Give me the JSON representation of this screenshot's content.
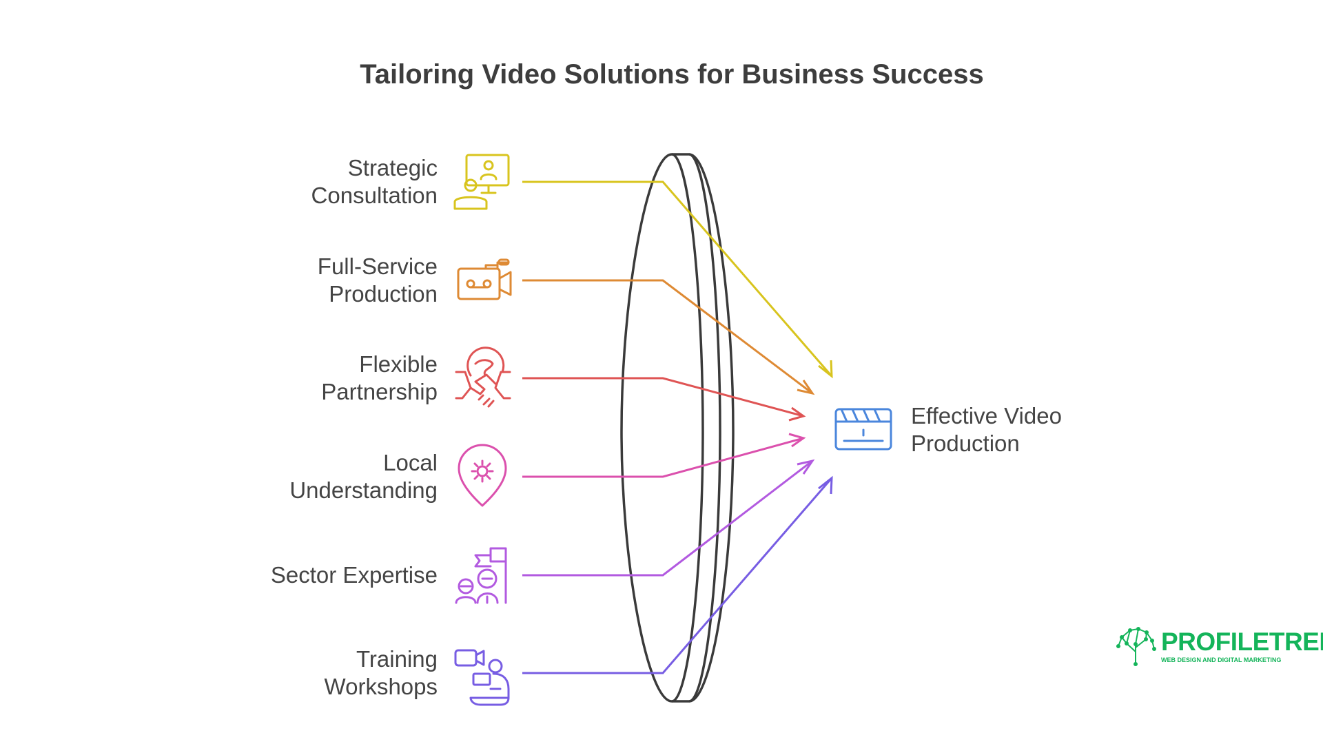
{
  "title": "Tailoring Video Solutions for Business Success",
  "sources": [
    {
      "line1": "Strategic",
      "line2": "Consultation",
      "icon": "consultation-icon",
      "color": "#d8c41e"
    },
    {
      "line1": "Full-Service",
      "line2": "Production",
      "icon": "video-camera-icon",
      "color": "#de8a34"
    },
    {
      "line1": "Flexible",
      "line2": "Partnership",
      "icon": "handshake-globe-icon",
      "color": "#df5454"
    },
    {
      "line1": "Local",
      "line2": "Understanding",
      "icon": "location-pin-icon",
      "color": "#db50ad"
    },
    {
      "line1": "Sector Expertise",
      "line2": "",
      "icon": "team-flag-icon",
      "color": "#b25ae0"
    },
    {
      "line1": "Training",
      "line2": "Workshops",
      "icon": "video-training-icon",
      "color": "#775de3"
    }
  ],
  "target": {
    "line1": "Effective Video",
    "line2": "Production",
    "icon": "clapperboard-icon",
    "color": "#4a86dc"
  },
  "logo": {
    "name": "PROFILETREE",
    "tagline": "WEB DESIGN AND DIGITAL MARKETING",
    "icon": "tree-network-icon",
    "color": "#14b45a"
  }
}
